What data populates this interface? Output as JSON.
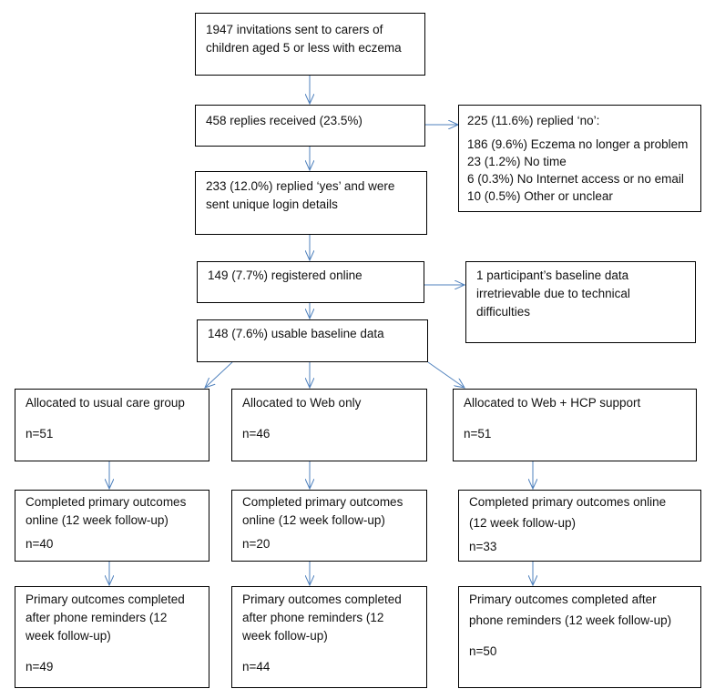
{
  "boxes": {
    "invitations": [
      "1947 invitations sent to carers of",
      "children aged 5 or less with eczema"
    ],
    "replies": [
      "458 replies received (23.5%)"
    ],
    "replied_no": {
      "title": "225 (11.6%) replied ‘no’:",
      "items": [
        "186 (9.6%) Eczema no longer a problem",
        "23 (1.2%) No time",
        "6 (0.3%) No Internet access or no email",
        "10 (0.5%) Other or unclear"
      ]
    },
    "replied_yes": [
      "233 (12.0%) replied ‘yes’ and were",
      "sent unique login details"
    ],
    "registered": [
      "149 (7.7%) registered online"
    ],
    "irretrievable": [
      "1 participant’s baseline data",
      "irretrievable due to technical",
      "difficulties"
    ],
    "usable": [
      "148 (7.6%) usable baseline data"
    ],
    "alloc_usual": {
      "title": "Allocated to usual care group",
      "n": "n=51"
    },
    "alloc_web": {
      "title": "Allocated to Web only",
      "n": "n=46"
    },
    "alloc_hcp": {
      "title": "Allocated to Web + HCP support",
      "n": "n=51"
    },
    "completed_usual": {
      "lines": [
        "Completed primary outcomes",
        "online (12 week follow-up)"
      ],
      "n": "n=40"
    },
    "completed_web": {
      "lines": [
        "Completed primary outcomes",
        "online (12 week follow-up)"
      ],
      "n": "n=20"
    },
    "completed_hcp": {
      "lines": [
        "Completed primary outcomes online",
        "(12 week follow-up)"
      ],
      "n": "n=33"
    },
    "phone_usual": {
      "lines": [
        "Primary outcomes completed",
        "after phone reminders (12",
        "week follow-up)"
      ],
      "n": "n=49"
    },
    "phone_web": {
      "lines": [
        "Primary outcomes completed",
        "after phone reminders (12",
        "week follow-up)"
      ],
      "n": "n=44"
    },
    "phone_hcp": {
      "lines": [
        "Primary outcomes completed after",
        "phone reminders (12 week follow-up)"
      ],
      "n": "n=50"
    }
  },
  "colors": {
    "arrow": "#4f81bd",
    "border": "#000000"
  }
}
